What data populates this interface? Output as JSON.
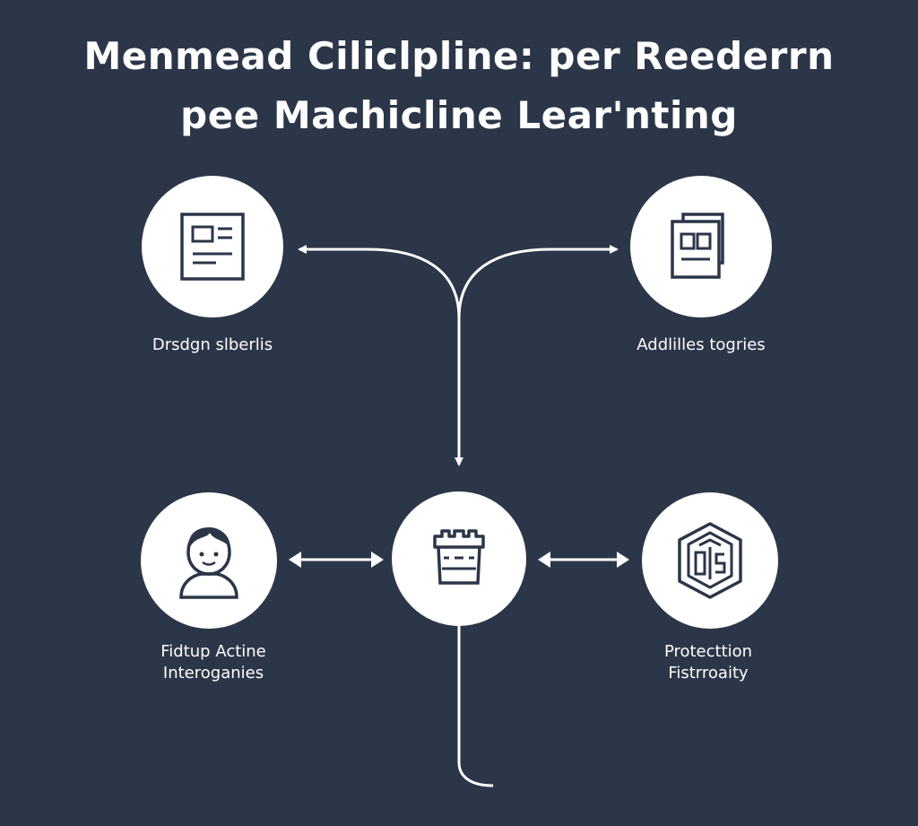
{
  "diagram": {
    "title_line_1": "Menmead Ciliclpline: per Reederrn",
    "title_line_2": "pee  Machicline Lear'nting",
    "nodes": {
      "top_left": {
        "label": "Drsdgn slberlis",
        "icon": "document-icon"
      },
      "top_right": {
        "label": "Addlilles togries",
        "icon": "folder-document-icon"
      },
      "bottom_left": {
        "label_line_1": "Fidtup Actine",
        "label_line_2": "Interoganies",
        "icon": "person-avatar-icon"
      },
      "center": {
        "label": "",
        "icon": "basket-icon"
      },
      "bottom_right": {
        "label_line_1": "Protecttion",
        "label_line_2": "Fistrroaity",
        "icon": "security-box-icon"
      }
    },
    "colors": {
      "background": "#2b3648",
      "node_fill": "#ffffff",
      "icon_stroke": "#2b3648",
      "connector": "#ffffff"
    }
  }
}
